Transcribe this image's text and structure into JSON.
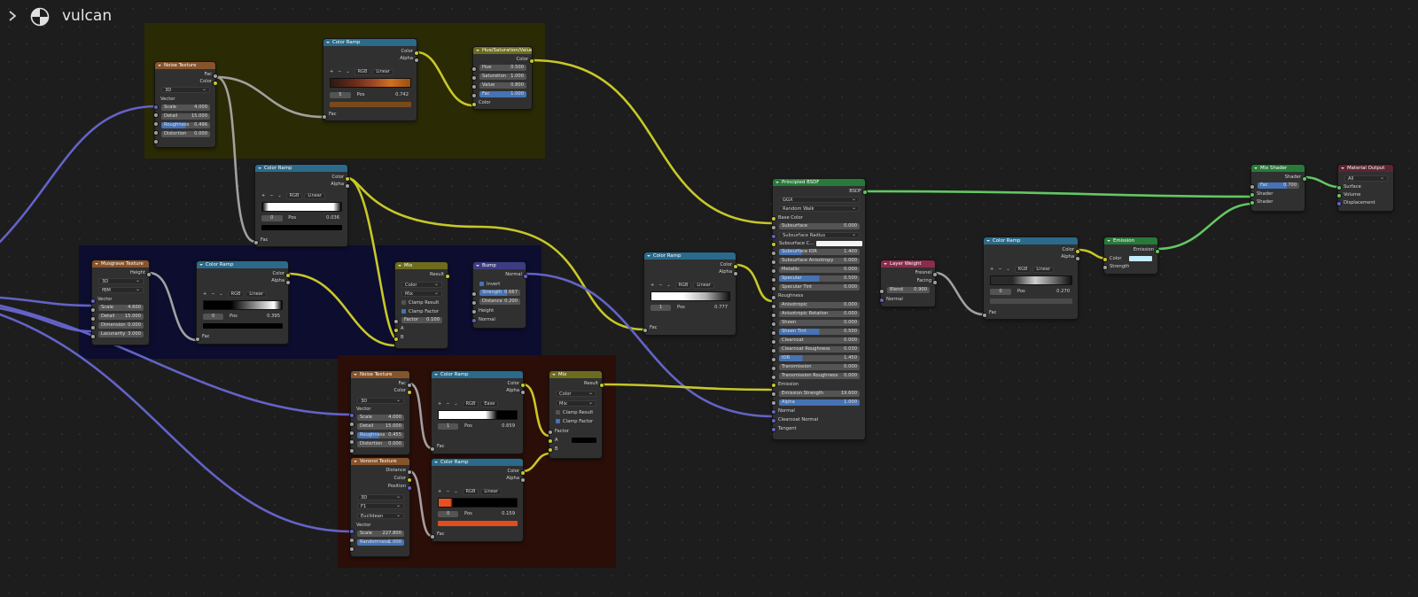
{
  "header": {
    "title": "vulcan",
    "expand_icon": "chevron-right-icon",
    "material_icon": "material-sphere-icon"
  },
  "colors": {
    "texture": "#87532b",
    "converter": "#2b6a8a",
    "color": "#6c6c1f",
    "vector": "#3c3c83",
    "shader": "#287a38",
    "input": "#8a2c4c",
    "output": "#5c2530"
  },
  "nodes": {
    "noise1": {
      "title": "Noise Texture",
      "out_fac": "Fac",
      "out_color": "Color",
      "dim": "3D",
      "in_vector": "Vector",
      "scale_l": "Scale",
      "scale_v": "4.000",
      "detail_l": "Detail",
      "detail_v": "15.000",
      "rough_l": "Roughness",
      "rough_v": "0.496",
      "dist_l": "Distortion",
      "dist_v": "0.000"
    },
    "ramp1": {
      "title": "Color Ramp",
      "out_color": "Color",
      "out_alpha": "Alpha",
      "mode": "RGB",
      "interp": "Linear",
      "idx": "5",
      "pos_l": "Pos",
      "pos_v": "0.742",
      "in_fac": "Fac"
    },
    "hsv": {
      "title": "Hue/Saturation/Value",
      "out_color": "Color",
      "hue_l": "Hue",
      "hue_v": "0.500",
      "sat_l": "Saturation",
      "sat_v": "1.000",
      "val_l": "Value",
      "val_v": "0.800",
      "fac_l": "Fac",
      "fac_v": "1.000",
      "in_color": "Color"
    },
    "ramp2": {
      "title": "Color Ramp",
      "out_color": "Color",
      "out_alpha": "Alpha",
      "mode": "RGB",
      "interp": "Linear",
      "idx": "0",
      "pos_l": "Pos",
      "pos_v": "0.036",
      "in_fac": "Fac"
    },
    "musgrave": {
      "title": "Musgrave Texture",
      "out_height": "Height",
      "dim": "3D",
      "type": "fBM",
      "in_vector": "Vector",
      "scale_l": "Scale",
      "scale_v": "4.600",
      "detail_l": "Detail",
      "detail_v": "15.000",
      "dim_l": "Dimension",
      "dim_v": "0.000",
      "lac_l": "Lacunarity",
      "lac_v": "3.000"
    },
    "ramp3": {
      "title": "Color Ramp",
      "out_color": "Color",
      "out_alpha": "Alpha",
      "mode": "RGB",
      "interp": "Linear",
      "idx": "0",
      "pos_l": "Pos",
      "pos_v": "0.395",
      "in_fac": "Fac"
    },
    "mix1": {
      "title": "Mix",
      "out_result": "Result",
      "dtype": "Color",
      "blend": "Mix",
      "clamp_result": "Clamp Result",
      "clamp_factor": "Clamp Factor",
      "factor_l": "Factor",
      "factor_v": "0.100",
      "in_a": "A",
      "in_b": "B"
    },
    "bump": {
      "title": "Bump",
      "out_normal": "Normal",
      "invert": "Invert",
      "str_l": "Strength",
      "str_v": "0.667",
      "dist_l": "Distance",
      "dist_v": "0.200",
      "in_height": "Height",
      "in_normal": "Normal"
    },
    "noise2": {
      "title": "Noise Texture",
      "out_fac": "Fac",
      "out_color": "Color",
      "dim": "3D",
      "in_vector": "Vector",
      "scale_l": "Scale",
      "scale_v": "4.000",
      "detail_l": "Detail",
      "detail_v": "15.000",
      "rough_l": "Roughness",
      "rough_v": "0.455",
      "dist_l": "Distortion",
      "dist_v": "0.000"
    },
    "ramp4": {
      "title": "Color Ramp",
      "out_color": "Color",
      "out_alpha": "Alpha",
      "mode": "RGB",
      "interp": "Ease",
      "idx": "1",
      "pos_l": "Pos",
      "pos_v": "0.659",
      "in_fac": "Fac"
    },
    "mix2": {
      "title": "Mix",
      "out_result": "Result",
      "dtype": "Color",
      "blend": "Mix",
      "clamp_result": "Clamp Result",
      "clamp_factor": "Clamp Factor",
      "in_factor": "Factor",
      "in_a": "A",
      "in_b": "B"
    },
    "voronoi": {
      "title": "Voronoi Texture",
      "out_dist": "Distance",
      "out_color": "Color",
      "out_pos": "Position",
      "dim": "3D",
      "feature": "F1",
      "metric": "Euclidean",
      "in_vector": "Vector",
      "scale_l": "Scale",
      "scale_v": "227.800",
      "rand_l": "Randomness",
      "rand_v": "1.000"
    },
    "ramp5": {
      "title": "Color Ramp",
      "out_color": "Color",
      "out_alpha": "Alpha",
      "mode": "RGB",
      "interp": "Linear",
      "idx": "0",
      "pos_l": "Pos",
      "pos_v": "0.159",
      "in_fac": "Fac"
    },
    "ramp6": {
      "title": "Color Ramp",
      "out_color": "Color",
      "out_alpha": "Alpha",
      "mode": "RGB",
      "interp": "Linear",
      "idx": "1",
      "pos_l": "Pos",
      "pos_v": "0.777",
      "in_fac": "Fac"
    },
    "bsdf": {
      "title": "Principled BSDF",
      "out_bsdf": "BSDF",
      "dist": "GGX",
      "sss_method": "Random Walk",
      "base_color": "Base Color",
      "sss_l": "Subsurface",
      "sss_v": "0.000",
      "sss_radius": "Subsurface Radius",
      "sss_color": "Subsurface C...",
      "sss_ior_l": "Subsurface IOR",
      "sss_ior_v": "1.400",
      "sss_aniso_l": "Subsurface Anisotropy",
      "sss_aniso_v": "0.000",
      "metal_l": "Metallic",
      "metal_v": "0.000",
      "spec_l": "Specular",
      "spec_v": "0.500",
      "spectint_l": "Specular Tint",
      "spectint_v": "0.000",
      "roughness": "Roughness",
      "aniso_l": "Anisotropic",
      "aniso_v": "0.000",
      "anisorot_l": "Anisotropic Rotation",
      "anisorot_v": "0.000",
      "sheen_l": "Sheen",
      "sheen_v": "0.000",
      "sheentint_l": "Sheen Tint",
      "sheentint_v": "0.500",
      "cc_l": "Clearcoat",
      "cc_v": "0.000",
      "ccr_l": "Clearcoat Roughness",
      "ccr_v": "0.030",
      "ior_l": "IOR",
      "ior_v": "1.450",
      "trans_l": "Transmission",
      "trans_v": "0.000",
      "transr_l": "Transmission Roughness",
      "transr_v": "0.000",
      "emission": "Emission",
      "ems_l": "Emission Strength",
      "ems_v": "19.600",
      "alpha_l": "Alpha",
      "alpha_v": "1.000",
      "normal": "Normal",
      "cc_normal": "Clearcoat Normal",
      "tangent": "Tangent"
    },
    "layer": {
      "title": "Layer Weight",
      "out_fresnel": "Fresnel",
      "out_facing": "Facing",
      "blend_l": "Blend",
      "blend_v": "0.900",
      "in_normal": "Normal"
    },
    "ramp7": {
      "title": "Color Ramp",
      "out_color": "Color",
      "out_alpha": "Alpha",
      "mode": "RGB",
      "interp": "Linear",
      "idx": "0",
      "pos_l": "Pos",
      "pos_v": "0.270",
      "in_fac": "Fac"
    },
    "emission": {
      "title": "Emission",
      "out_emission": "Emission",
      "in_color": "Color",
      "in_strength": "Strength"
    },
    "mixshader": {
      "title": "Mix Shader",
      "out_shader": "Shader",
      "fac_l": "Fac",
      "fac_v": "0.700",
      "in_shader1": "Shader",
      "in_shader2": "Shader"
    },
    "output": {
      "title": "Material Output",
      "target": "All",
      "in_surface": "Surface",
      "in_volume": "Volume",
      "in_disp": "Displacement"
    }
  }
}
